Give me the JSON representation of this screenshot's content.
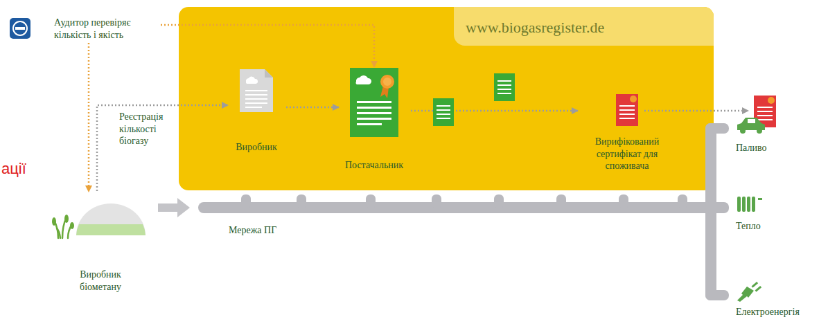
{
  "diagram": {
    "nodes": [
      {
        "text": [
          "www.biogasregister.de"
        ]
      },
      {
        "text": [
          "Виробник"
        ],
        "in": 0
      },
      {
        "text": [
          "Постачальник"
        ],
        "in": 0
      },
      {
        "text": [
          "Вирифікований сертифікат для споживача"
        ],
        "in": 0
      },
      {
        "text": [
          "Виробник біометану"
        ]
      },
      {
        "text": [
          "Аудитор перевіряє кількість і якість"
        ]
      }
    ],
    "edges": [
      {
        "from": 5,
        "to": 2,
        "arrow": "to"
      },
      {
        "from": 5,
        "to": 4,
        "arrow": "to"
      },
      {
        "from": 4,
        "to": 1,
        "label": "Реєстрація кількості біогазу",
        "arrow": "to"
      },
      {
        "from": 1,
        "to": 2,
        "arrow": "to"
      },
      {
        "from": 2,
        "to": 3,
        "arrow": "to"
      }
    ],
    "labels": [
      "ації",
      "Мережа ПГ",
      "Паливо",
      "Тепло",
      "Електроенергія"
    ]
  }
}
